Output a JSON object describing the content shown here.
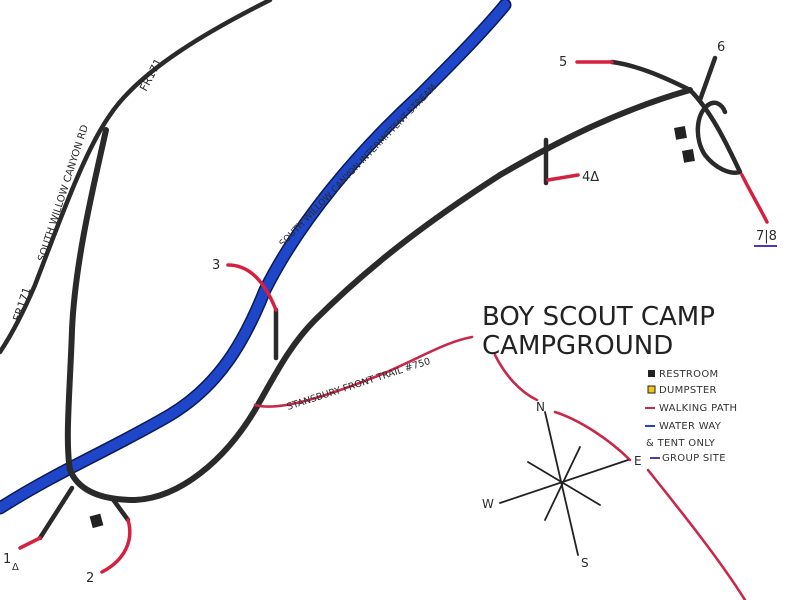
{
  "title": {
    "line1": "BOY SCOUT CAMP",
    "line2": "CAMPGROUND"
  },
  "labels": {
    "road_fr171_top": "FR171",
    "road_fr171_bottom": "FR171",
    "road_south_willow": "SOUTH WILLOW CANYON RD",
    "stream": "SOUTH WILLOW CANYON INTERMITTENT STREAM",
    "trail": "STANSBURY FRONT TRAIL #750"
  },
  "sites": {
    "site1": "1",
    "site1_tent": "Δ",
    "site2": "2",
    "site3": "3",
    "site4": "4Δ",
    "site5": "5",
    "site6": "6",
    "site78": "7|8"
  },
  "compass": {
    "north": "N",
    "east": "E",
    "south": "S",
    "west": "W"
  },
  "legend": {
    "restroom": "RESTROOM",
    "dumpster": "DUMPSTER",
    "walking_path": "WALKING PATH",
    "water_way": "WATER WAY",
    "tent_only": "& TENT ONLY",
    "group_site": "GROUP SITE"
  },
  "colors": {
    "road": "#2a2a2a",
    "stream": "#1f46c8",
    "walking_path": "#c8284a",
    "group_site": "#4a3ab8",
    "dumpster": "#f2c418",
    "restroom": "#222222"
  }
}
